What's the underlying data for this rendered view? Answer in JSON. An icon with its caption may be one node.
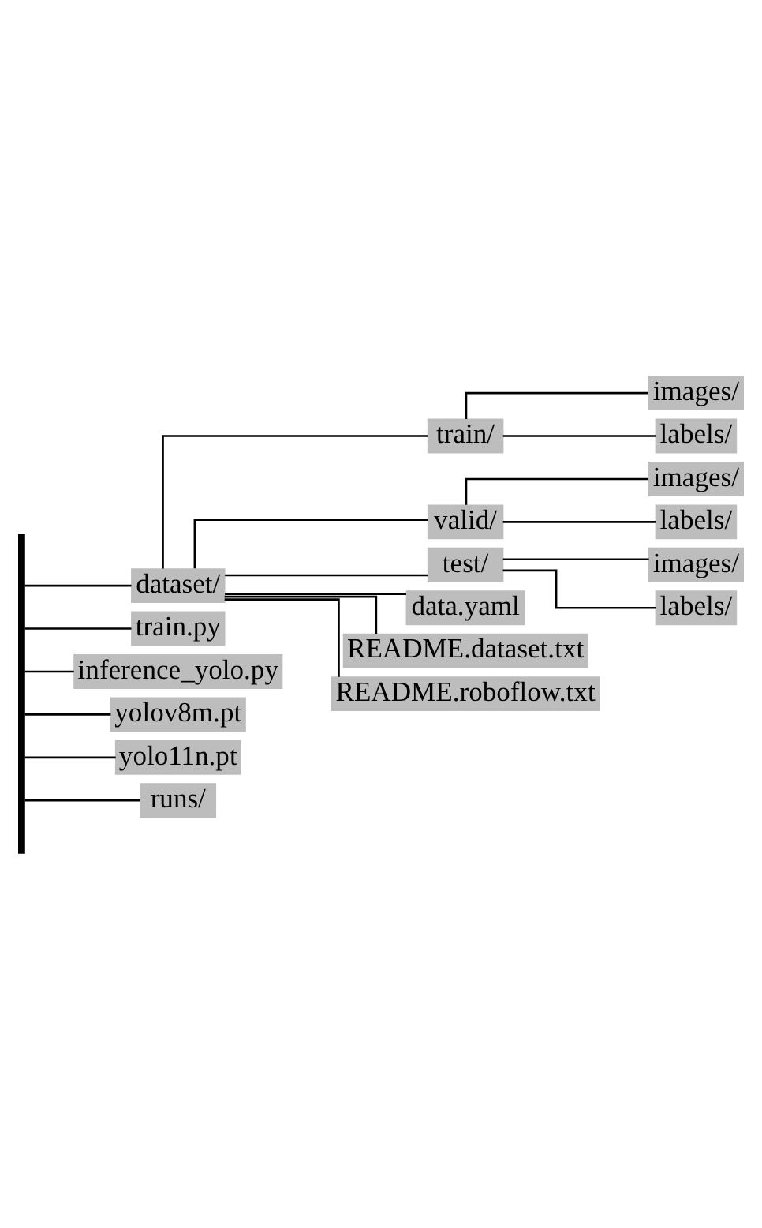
{
  "diagram": {
    "nodes": [
      {
        "text": [],
        "shape": "bar"
      },
      {
        "text": [
          "dataset/"
        ]
      },
      {
        "text": [
          "train/"
        ]
      },
      {
        "text": [
          "images/"
        ]
      },
      {
        "text": [
          "labels/"
        ]
      },
      {
        "text": [
          "valid/"
        ]
      },
      {
        "text": [
          "images/"
        ]
      },
      {
        "text": [
          "labels/"
        ]
      },
      {
        "text": [
          "test/"
        ]
      },
      {
        "text": [
          "images/"
        ]
      },
      {
        "text": [
          "labels/"
        ]
      },
      {
        "text": [
          "data.yaml"
        ]
      },
      {
        "text": [
          "README.dataset.txt"
        ]
      },
      {
        "text": [
          "README.roboflow.txt"
        ]
      },
      {
        "text": [
          "train.py"
        ]
      },
      {
        "text": [
          "inference_yolo.py"
        ]
      },
      {
        "text": [
          "yolov8m.pt"
        ]
      },
      {
        "text": [
          "yolo11n.pt"
        ]
      },
      {
        "text": [
          "runs/"
        ]
      }
    ],
    "edges": [
      {
        "from": 0,
        "to": 1,
        "arrow": "none"
      },
      {
        "from": 1,
        "to": 2,
        "arrow": "none"
      },
      {
        "from": 2,
        "to": 3,
        "arrow": "none"
      },
      {
        "from": 2,
        "to": 4,
        "arrow": "none"
      },
      {
        "from": 1,
        "to": 5,
        "arrow": "none"
      },
      {
        "from": 5,
        "to": 6,
        "arrow": "none"
      },
      {
        "from": 5,
        "to": 7,
        "arrow": "none"
      },
      {
        "from": 1,
        "to": 8,
        "arrow": "none"
      },
      {
        "from": 8,
        "to": 9,
        "arrow": "none"
      },
      {
        "from": 8,
        "to": 10,
        "arrow": "none"
      },
      {
        "from": 1,
        "to": 11,
        "arrow": "none"
      },
      {
        "from": 1,
        "to": 12,
        "arrow": "none"
      },
      {
        "from": 1,
        "to": 13,
        "arrow": "none"
      },
      {
        "from": 0,
        "to": 14,
        "arrow": "none"
      },
      {
        "from": 0,
        "to": 15,
        "arrow": "none"
      },
      {
        "from": 0,
        "to": 16,
        "arrow": "none"
      },
      {
        "from": 0,
        "to": 17,
        "arrow": "none"
      },
      {
        "from": 0,
        "to": 18,
        "arrow": "none"
      }
    ]
  }
}
